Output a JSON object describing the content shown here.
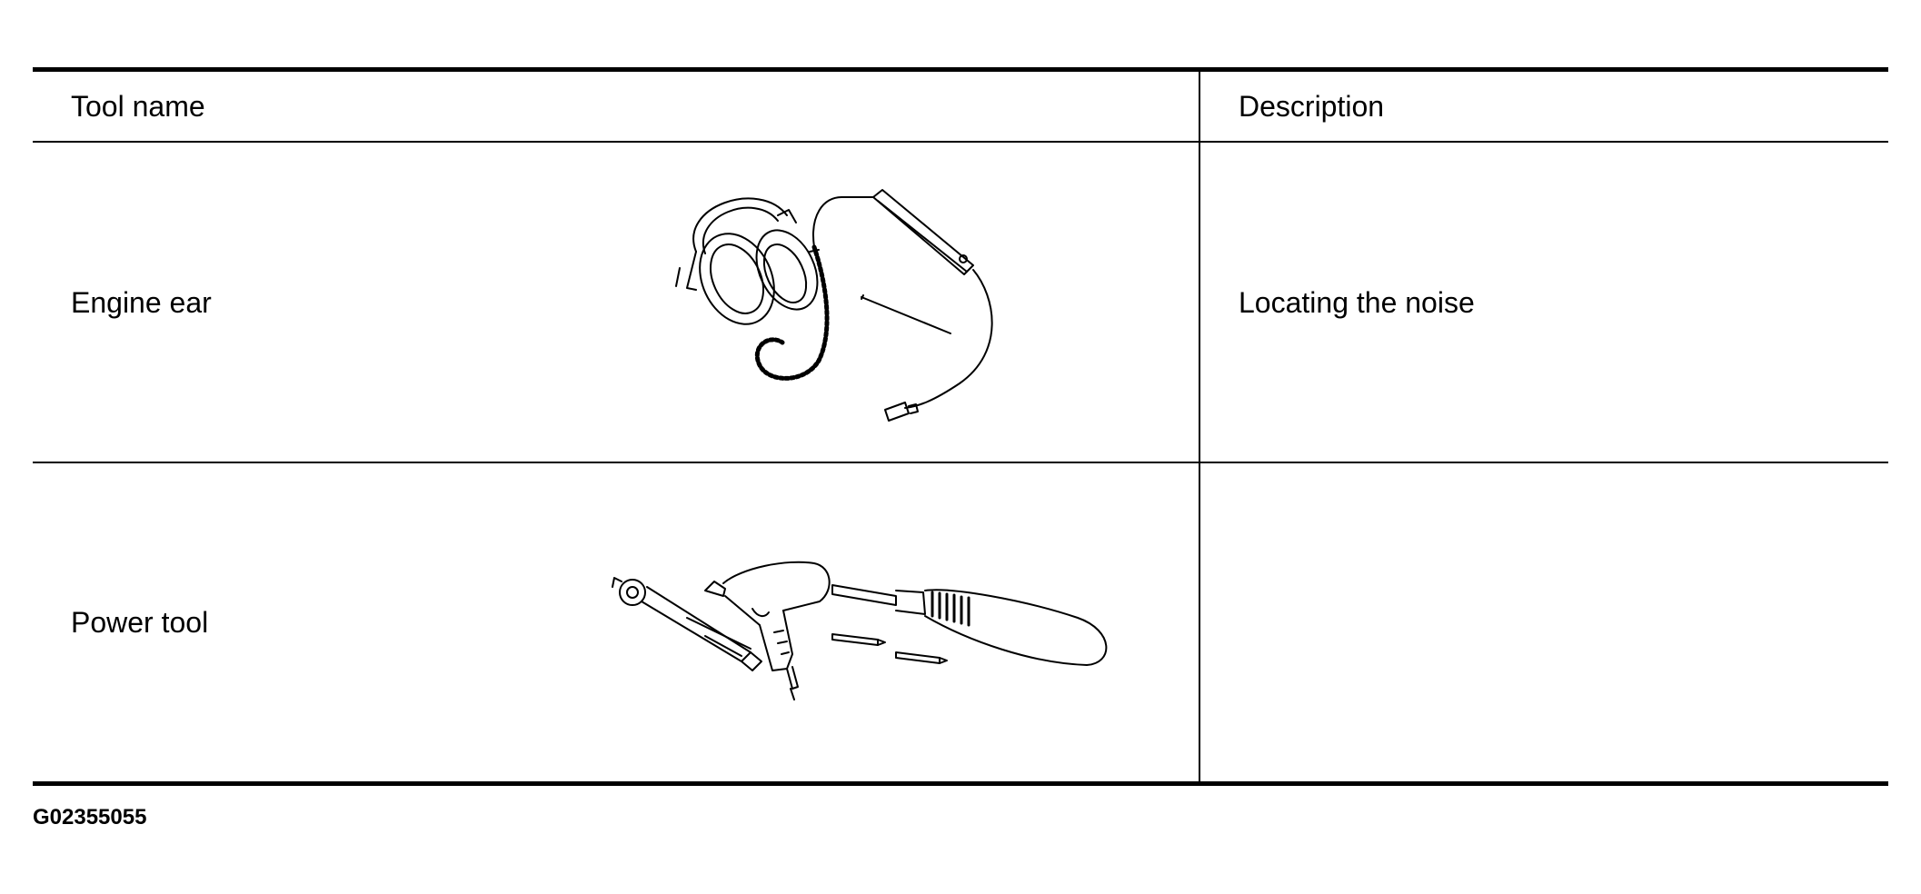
{
  "table": {
    "header": {
      "tool_name": "Tool name",
      "description": "Description"
    },
    "rows": [
      {
        "tool_name": "Engine ear",
        "description": "Locating the noise",
        "illustration_icon": "engine-ear-icon"
      },
      {
        "tool_name": "Power tool",
        "description": "",
        "illustration_icon": "power-tool-icon"
      }
    ]
  },
  "figure_code": "G02355055"
}
